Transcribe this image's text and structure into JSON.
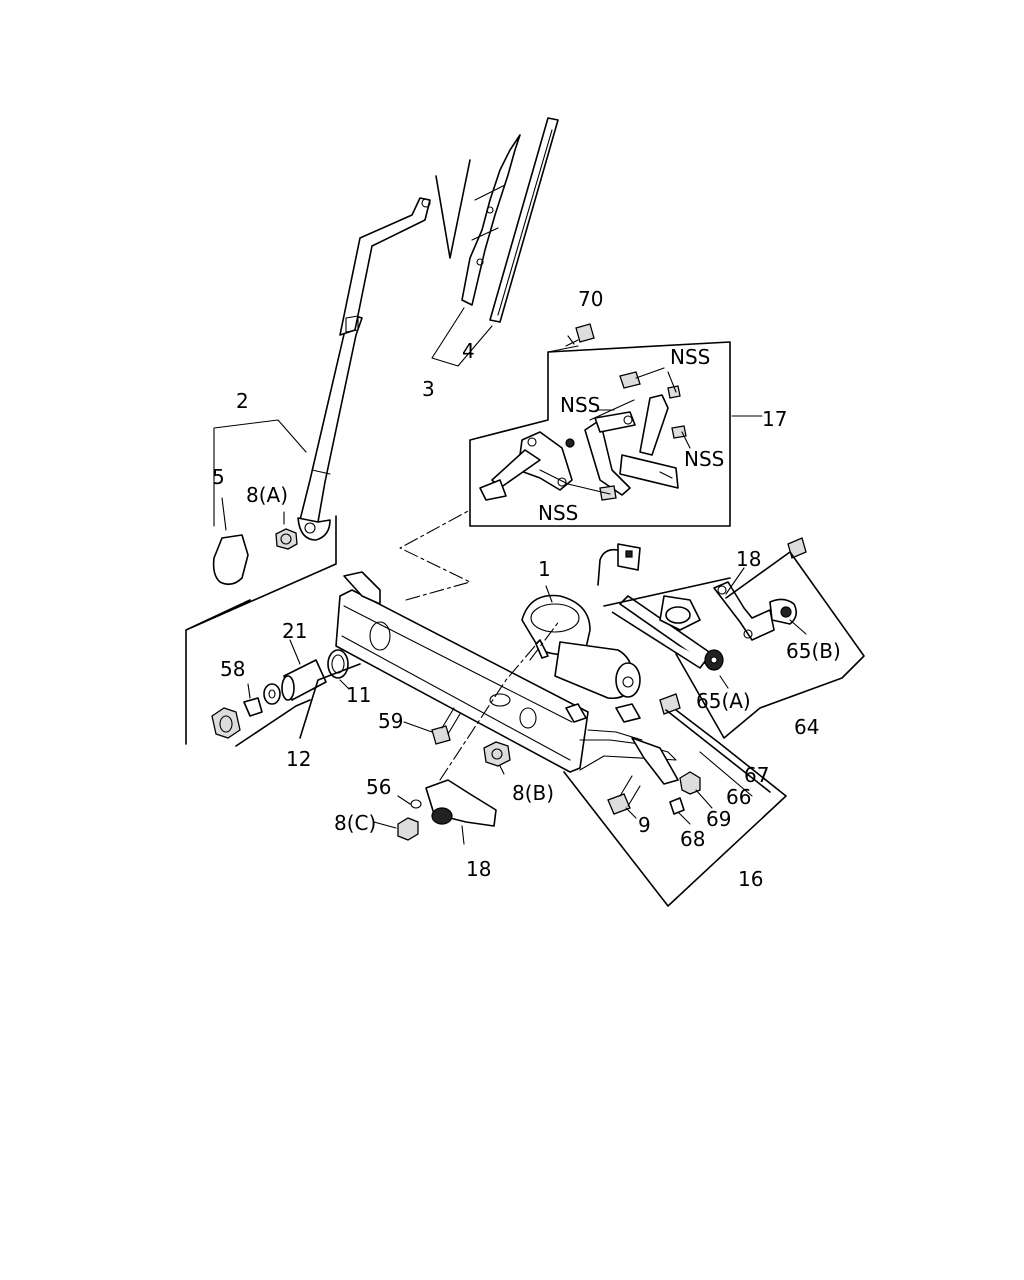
{
  "labels": {
    "l1": "1",
    "l2": "2",
    "l3": "3",
    "l4": "4",
    "l5": "5",
    "l8a": "8(A)",
    "l8b": "8(B)",
    "l8c": "8(C)",
    "l9": "9",
    "l11": "11",
    "l12": "12",
    "l16": "16",
    "l17": "17",
    "l18a": "18",
    "l18b": "18",
    "l21": "21",
    "l56": "56",
    "l58": "58",
    "l59": "59",
    "l64": "64",
    "l65a": "65(A)",
    "l65b": "65(B)",
    "l66": "66",
    "l67": "67",
    "l68": "68",
    "l69": "69",
    "l70": "70",
    "nss1": "NSS",
    "nss2": "NSS",
    "nss3": "NSS",
    "nss4": "NSS"
  }
}
